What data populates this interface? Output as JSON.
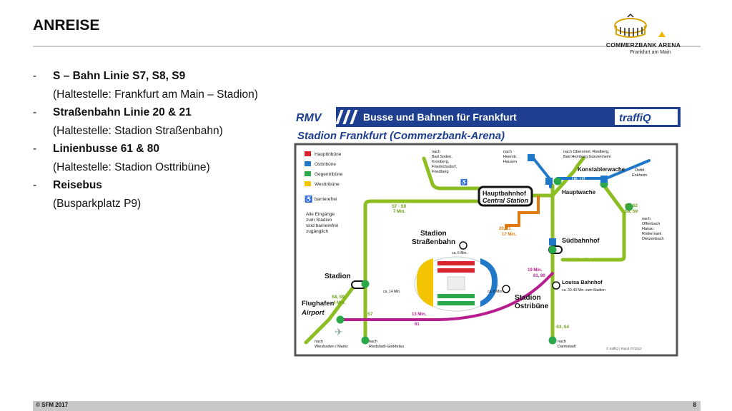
{
  "slide": {
    "title": "ANREISE",
    "page_number": "8",
    "copyright": "© SFM 2017"
  },
  "logo": {
    "name": "COMMERZBANK ARENA",
    "city": "Frankfurt am Main"
  },
  "items": [
    {
      "dash": "-",
      "main": "S – Bahn Linie S7, S8, S9",
      "sub": "(Haltestelle: Frankfurt am Main – Stadion)"
    },
    {
      "dash": "-",
      "main": "Straßenbahn Linie 20 & 21",
      "sub": "(Haltestelle: Stadion Straßenbahn)"
    },
    {
      "dash": "-",
      "main": "Linienbusse 61 & 80",
      "sub": "(Haltestelle: Stadion Osttribüne)"
    },
    {
      "dash": "-",
      "main": "Reisebus",
      "sub": "(Busparkplatz P9)"
    }
  ],
  "map": {
    "header_logo": "RMV",
    "header_title": "Busse und Bahnen für Frankfurt",
    "header_brand": "traffiQ",
    "subtitle": "Stadion Frankfurt (Commerzbank-Arena)",
    "legend": [
      "Haupttribüne",
      "Osttribüne",
      "Gegentribüne",
      "Westtribüne"
    ],
    "legend_colors": [
      "#d9232e",
      "#1f78c8",
      "#2aa84a",
      "#f2c500"
    ],
    "accessible": "barrierefrei",
    "note": [
      "Alle Eingänge",
      "zum Stadion",
      "sind barrierefrei",
      "zugänglich"
    ],
    "stations": {
      "hbf": "Hauptbahnhof",
      "hbf_en": "Central Station",
      "konstabler": "Konstablerwache",
      "hauptwache": "Hauptwache",
      "suedbahnhof": "Südbahnhof",
      "stadion": "Stadion",
      "strassenbahn": [
        "Stadion",
        "Straßenbahn"
      ],
      "flughafen": "Flughafen",
      "airport": "Airport",
      "ostribuene": [
        "Stadion",
        "Ostribüne"
      ],
      "louisa": "Louisa Bahnhof",
      "louisa_note": "ca. 30-40 Min. zum Stadion"
    },
    "destinations": {
      "badsoden": [
        "nach",
        "Bad Soden,",
        "Kronberg,",
        "Friedrichsdorf,",
        "Friedberg"
      ],
      "hausen": [
        "nach",
        "Heerstr.",
        "Hausen"
      ],
      "oberursel": [
        "nach Oberursel, Riedberg,",
        "Bad Homburg Gonzenheim"
      ],
      "enkheim": [
        "Ostbf.",
        "Enkheim"
      ],
      "offenbach": [
        "nach",
        "Offenbach",
        "Hanau",
        "Rödermark",
        "Dietzenbach"
      ],
      "wiesbaden": [
        "nach",
        "Wiesbaden / Mainz"
      ],
      "riedstadt": [
        "nach",
        "Riedstadt-Goddelau"
      ],
      "darmstadt": [
        "nach",
        "Darmstadt"
      ]
    },
    "line_labels": {
      "s3s6_top": "S3 - S6",
      "s7s9": "S7 - S9",
      "seven_min": "7 Min.",
      "tram": "20, 21",
      "seventeen": "17 Min.",
      "u6u7": "U6, U7",
      "s1s2": "S1, S2",
      "s8s9": "S8, S9",
      "s3s6_sued": "S3 - S6",
      "s7_left": "S7",
      "s8s9_left": "S8, S9",
      "four_min": "4 Min.",
      "bus_min": "13 Min.",
      "bus_61": "61",
      "bus_1961": "19 Min.",
      "bus_6180": "61, 80",
      "s3s4": "S3, S4",
      "walk6": "ca. 6 Min.",
      "walk14": "ca. 14 Min.",
      "walk8": "ca. 8 Min."
    },
    "copyright": "© traffiQ | Stand 07/2012"
  }
}
